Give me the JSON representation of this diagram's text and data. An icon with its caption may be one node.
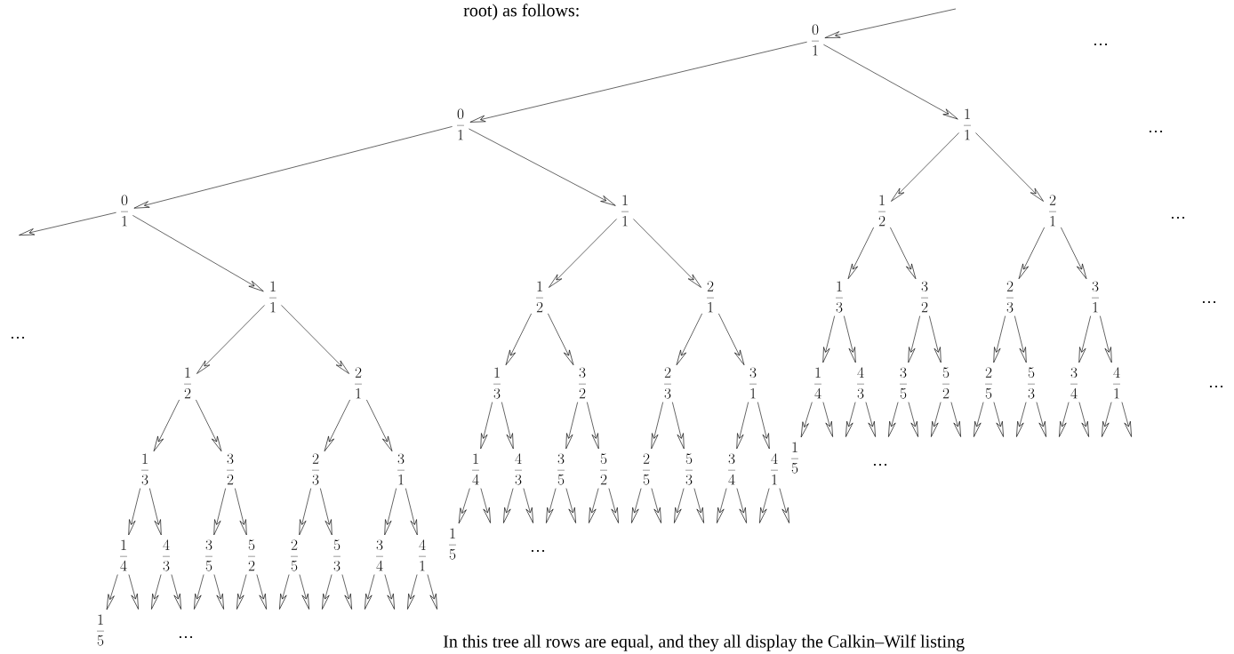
{
  "diagram": {
    "nodes": [
      {
        "text": [
          "\\frac{0}{1}"
        ]
      },
      {
        "text": [
          "\\frac{0}{1}"
        ]
      },
      {
        "text": [
          "\\frac{0}{1}"
        ]
      },
      {
        "text": [
          "\\frac{1}{1}"
        ]
      },
      {
        "text": [
          "\\frac{1}{2}"
        ]
      },
      {
        "text": [
          "\\frac{2}{1}"
        ]
      },
      {
        "text": [
          "\\frac{1}{3}"
        ]
      },
      {
        "text": [
          "\\frac{3}{2}"
        ]
      },
      {
        "text": [
          "\\frac{2}{3}"
        ]
      },
      {
        "text": [
          "\\frac{3}{1}"
        ]
      },
      {
        "text": [
          "\\frac{1}{4}"
        ]
      },
      {
        "text": [
          "\\frac{4}{3}"
        ]
      },
      {
        "text": [
          "\\frac{3}{5}"
        ]
      },
      {
        "text": [
          "\\frac{5}{2}"
        ]
      },
      {
        "text": [
          "\\frac{2}{5}"
        ]
      },
      {
        "text": [
          "\\frac{5}{3}"
        ]
      },
      {
        "text": [
          "\\frac{3}{4}"
        ]
      },
      {
        "text": [
          "\\frac{4}{1}"
        ]
      },
      {
        "text": [
          "\\frac{1}{1}"
        ]
      },
      {
        "text": [
          "\\frac{1}{2}"
        ]
      },
      {
        "text": [
          "\\frac{2}{1}"
        ]
      },
      {
        "text": [
          "\\frac{1}{3}"
        ]
      },
      {
        "text": [
          "\\frac{3}{2}"
        ]
      },
      {
        "text": [
          "\\frac{2}{3}"
        ]
      },
      {
        "text": [
          "\\frac{3}{1}"
        ]
      },
      {
        "text": [
          "\\frac{1}{4}"
        ]
      },
      {
        "text": [
          "\\frac{4}{3}"
        ]
      },
      {
        "text": [
          "\\frac{3}{5}"
        ]
      },
      {
        "text": [
          "\\frac{5}{2}"
        ]
      },
      {
        "text": [
          "\\frac{2}{5}"
        ]
      },
      {
        "text": [
          "\\frac{5}{3}"
        ]
      },
      {
        "text": [
          "\\frac{3}{4}"
        ]
      },
      {
        "text": [
          "\\frac{4}{1}"
        ]
      },
      {
        "text": [
          "\\frac{1}{1}"
        ]
      },
      {
        "text": [
          "\\frac{1}{2}"
        ]
      },
      {
        "text": [
          "\\frac{2}{1}"
        ]
      },
      {
        "text": [
          "\\frac{1}{3}"
        ]
      },
      {
        "text": [
          "\\frac{3}{2}"
        ]
      },
      {
        "text": [
          "\\frac{2}{3}"
        ]
      },
      {
        "text": [
          "\\frac{3}{1}"
        ]
      },
      {
        "text": [
          "\\frac{1}{4}"
        ]
      },
      {
        "text": [
          "\\frac{4}{3}"
        ]
      },
      {
        "text": [
          "\\frac{3}{5}"
        ]
      },
      {
        "text": [
          "\\frac{5}{2}"
        ]
      },
      {
        "text": [
          "\\frac{2}{5}"
        ]
      },
      {
        "text": [
          "\\frac{5}{3}"
        ]
      },
      {
        "text": [
          "\\frac{3}{4}"
        ]
      },
      {
        "text": [
          "\\frac{4}{1}"
        ]
      },
      {
        "text": [
          "\\frac{1}{5}"
        ]
      },
      {
        "text": [
          "\\frac{1}{5}"
        ]
      },
      {
        "text": [
          "\\frac{1}{5}"
        ]
      }
    ],
    "edges": [
      {
        "from": null,
        "to": 0,
        "arrow": "to"
      },
      {
        "from": 0,
        "to": 1,
        "arrow": "to"
      },
      {
        "from": 0,
        "to": 3,
        "arrow": "to"
      },
      {
        "from": 1,
        "to": 2,
        "arrow": "to"
      },
      {
        "from": 1,
        "to": 18,
        "arrow": "to"
      },
      {
        "from": 2,
        "to": null,
        "arrow": "to"
      },
      {
        "from": 2,
        "to": 33,
        "arrow": "to"
      },
      {
        "from": 3,
        "to": 4,
        "arrow": "to"
      },
      {
        "from": 3,
        "to": 5,
        "arrow": "to"
      },
      {
        "from": 4,
        "to": 6,
        "arrow": "to"
      },
      {
        "from": 4,
        "to": 7,
        "arrow": "to"
      },
      {
        "from": 5,
        "to": 8,
        "arrow": "to"
      },
      {
        "from": 5,
        "to": 9,
        "arrow": "to"
      },
      {
        "from": 6,
        "to": 10,
        "arrow": "to"
      },
      {
        "from": 6,
        "to": 11,
        "arrow": "to"
      },
      {
        "from": 7,
        "to": 12,
        "arrow": "to"
      },
      {
        "from": 7,
        "to": 13,
        "arrow": "to"
      },
      {
        "from": 8,
        "to": 14,
        "arrow": "to"
      },
      {
        "from": 8,
        "to": 15,
        "arrow": "to"
      },
      {
        "from": 9,
        "to": 16,
        "arrow": "to"
      },
      {
        "from": 9,
        "to": 17,
        "arrow": "to"
      },
      {
        "from": 10,
        "to": 48,
        "arrow": "to"
      },
      {
        "from": 10,
        "to": null,
        "arrow": "to"
      },
      {
        "from": 11,
        "to": null,
        "arrow": "to"
      },
      {
        "from": 11,
        "to": null,
        "arrow": "to"
      },
      {
        "from": 12,
        "to": null,
        "arrow": "to"
      },
      {
        "from": 12,
        "to": null,
        "arrow": "to"
      },
      {
        "from": 13,
        "to": null,
        "arrow": "to"
      },
      {
        "from": 13,
        "to": null,
        "arrow": "to"
      },
      {
        "from": 14,
        "to": null,
        "arrow": "to"
      },
      {
        "from": 14,
        "to": null,
        "arrow": "to"
      },
      {
        "from": 15,
        "to": null,
        "arrow": "to"
      },
      {
        "from": 15,
        "to": null,
        "arrow": "to"
      },
      {
        "from": 16,
        "to": null,
        "arrow": "to"
      },
      {
        "from": 16,
        "to": null,
        "arrow": "to"
      },
      {
        "from": 17,
        "to": null,
        "arrow": "to"
      },
      {
        "from": 17,
        "to": null,
        "arrow": "to"
      },
      {
        "from": 18,
        "to": 19,
        "arrow": "to"
      },
      {
        "from": 18,
        "to": 20,
        "arrow": "to"
      },
      {
        "from": 19,
        "to": 21,
        "arrow": "to"
      },
      {
        "from": 19,
        "to": 22,
        "arrow": "to"
      },
      {
        "from": 20,
        "to": 23,
        "arrow": "to"
      },
      {
        "from": 20,
        "to": 24,
        "arrow": "to"
      },
      {
        "from": 21,
        "to": 25,
        "arrow": "to"
      },
      {
        "from": 21,
        "to": 26,
        "arrow": "to"
      },
      {
        "from": 22,
        "to": 27,
        "arrow": "to"
      },
      {
        "from": 22,
        "to": 28,
        "arrow": "to"
      },
      {
        "from": 23,
        "to": 29,
        "arrow": "to"
      },
      {
        "from": 23,
        "to": 30,
        "arrow": "to"
      },
      {
        "from": 24,
        "to": 31,
        "arrow": "to"
      },
      {
        "from": 24,
        "to": 32,
        "arrow": "to"
      },
      {
        "from": 25,
        "to": 49,
        "arrow": "to"
      },
      {
        "from": 25,
        "to": null,
        "arrow": "to"
      },
      {
        "from": 26,
        "to": null,
        "arrow": "to"
      },
      {
        "from": 26,
        "to": null,
        "arrow": "to"
      },
      {
        "from": 27,
        "to": null,
        "arrow": "to"
      },
      {
        "from": 27,
        "to": null,
        "arrow": "to"
      },
      {
        "from": 28,
        "to": null,
        "arrow": "to"
      },
      {
        "from": 28,
        "to": null,
        "arrow": "to"
      },
      {
        "from": 29,
        "to": null,
        "arrow": "to"
      },
      {
        "from": 29,
        "to": null,
        "arrow": "to"
      },
      {
        "from": 30,
        "to": null,
        "arrow": "to"
      },
      {
        "from": 30,
        "to": null,
        "arrow": "to"
      },
      {
        "from": 31,
        "to": null,
        "arrow": "to"
      },
      {
        "from": 31,
        "to": null,
        "arrow": "to"
      },
      {
        "from": 32,
        "to": null,
        "arrow": "to"
      },
      {
        "from": 32,
        "to": null,
        "arrow": "to"
      },
      {
        "from": 33,
        "to": 34,
        "arrow": "to"
      },
      {
        "from": 33,
        "to": 35,
        "arrow": "to"
      },
      {
        "from": 34,
        "to": 36,
        "arrow": "to"
      },
      {
        "from": 34,
        "to": 37,
        "arrow": "to"
      },
      {
        "from": 35,
        "to": 38,
        "arrow": "to"
      },
      {
        "from": 35,
        "to": 39,
        "arrow": "to"
      },
      {
        "from": 36,
        "to": 40,
        "arrow": "to"
      },
      {
        "from": 36,
        "to": 41,
        "arrow": "to"
      },
      {
        "from": 37,
        "to": 42,
        "arrow": "to"
      },
      {
        "from": 37,
        "to": 43,
        "arrow": "to"
      },
      {
        "from": 38,
        "to": 44,
        "arrow": "to"
      },
      {
        "from": 38,
        "to": 45,
        "arrow": "to"
      },
      {
        "from": 39,
        "to": 46,
        "arrow": "to"
      },
      {
        "from": 39,
        "to": 47,
        "arrow": "to"
      },
      {
        "from": 40,
        "to": 50,
        "arrow": "to"
      },
      {
        "from": 40,
        "to": null,
        "arrow": "to"
      },
      {
        "from": 41,
        "to": null,
        "arrow": "to"
      },
      {
        "from": 41,
        "to": null,
        "arrow": "to"
      },
      {
        "from": 42,
        "to": null,
        "arrow": "to"
      },
      {
        "from": 42,
        "to": null,
        "arrow": "to"
      },
      {
        "from": 43,
        "to": null,
        "arrow": "to"
      },
      {
        "from": 43,
        "to": null,
        "arrow": "to"
      },
      {
        "from": 44,
        "to": null,
        "arrow": "to"
      },
      {
        "from": 44,
        "to": null,
        "arrow": "to"
      },
      {
        "from": 45,
        "to": null,
        "arrow": "to"
      },
      {
        "from": 45,
        "to": null,
        "arrow": "to"
      },
      {
        "from": 46,
        "to": null,
        "arrow": "to"
      },
      {
        "from": 46,
        "to": null,
        "arrow": "to"
      },
      {
        "from": 47,
        "to": null,
        "arrow": "to"
      },
      {
        "from": 47,
        "to": null,
        "arrow": "to"
      }
    ],
    "labels": [
      "root) as follows:",
      "…",
      "…",
      "…",
      "…",
      "…",
      "…",
      "…",
      "…",
      "…",
      "In this tree all rows are equal, and they all display the Calkin–Wilf listing"
    ]
  }
}
